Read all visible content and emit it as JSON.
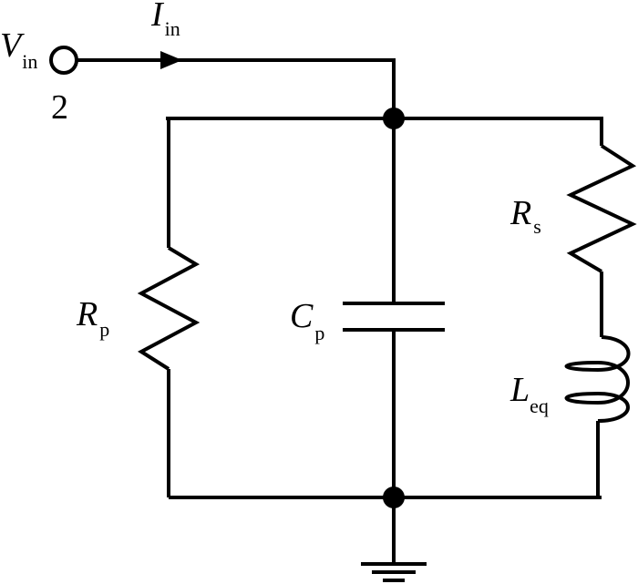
{
  "labels": {
    "v_in": {
      "symbol": "V",
      "sub": "in"
    },
    "i_in": {
      "symbol": "I",
      "sub": "in"
    },
    "node_number": "2",
    "r_p": {
      "symbol": "R",
      "sub": "p"
    },
    "c_p": {
      "symbol": "C",
      "sub": "p"
    },
    "r_s": {
      "symbol": "R",
      "sub": "s"
    },
    "l_eq": {
      "symbol": "L",
      "sub": "eq"
    }
  },
  "colors": {
    "line": "#000000",
    "background": "#ffffff"
  }
}
